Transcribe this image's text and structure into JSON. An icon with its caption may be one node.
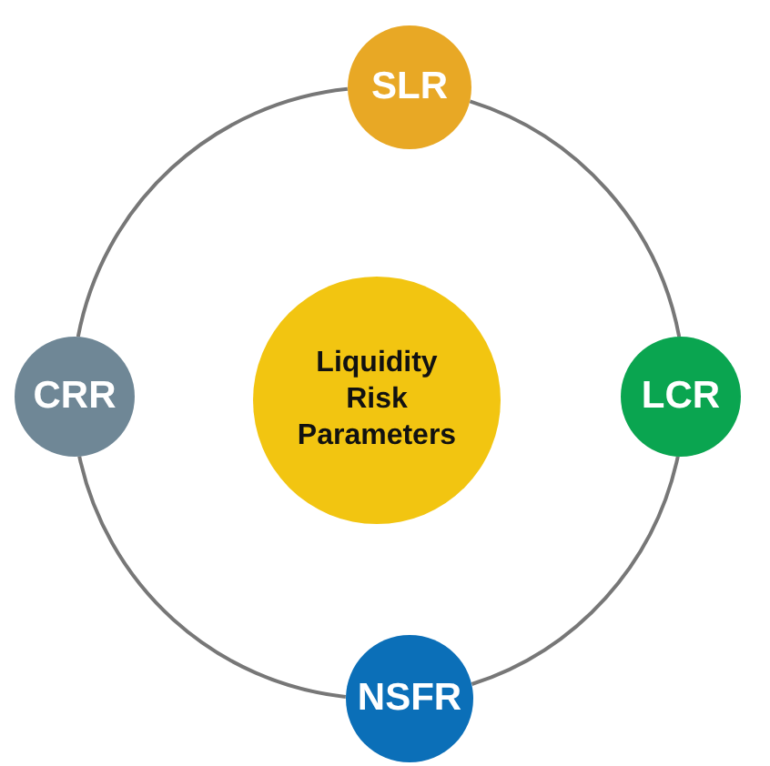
{
  "diagram": {
    "nodes": [
      {
        "text": [
          "SLR"
        ]
      },
      {
        "text": [
          "CRR"
        ]
      },
      {
        "text": [
          "Liquidity Risk Parameters"
        ]
      },
      {
        "text": [
          "LCR"
        ]
      },
      {
        "text": [
          "NSFR"
        ]
      }
    ],
    "edges": [
      {
        "from": 0,
        "to": 3,
        "arrow": "none"
      },
      {
        "from": 3,
        "to": 4,
        "arrow": "none"
      },
      {
        "from": 4,
        "to": 1,
        "arrow": "none"
      },
      {
        "from": 1,
        "to": 0,
        "arrow": "none"
      }
    ]
  }
}
